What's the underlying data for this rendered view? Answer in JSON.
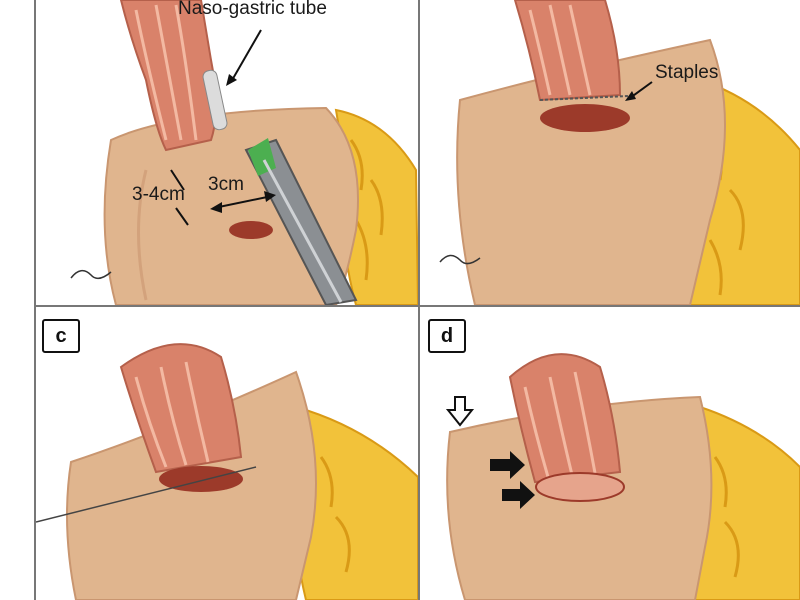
{
  "panels": [
    {
      "label": "",
      "annotations": {
        "tube": "Naso-gastric tube",
        "dist_a": "3-4cm",
        "dist_b": "3cm"
      }
    },
    {
      "label": "",
      "annotations": {
        "staples": "Staples"
      }
    },
    {
      "label": "c",
      "annotations": {}
    },
    {
      "label": "d",
      "annotations": {}
    }
  ],
  "colors": {
    "stomach": "#e0b58e",
    "stomach_shade": "#c99670",
    "esophagus": "#d9826a",
    "esophagus_stripe": "#f3b9a2",
    "mucosa": "#9c3a2a",
    "fat": "#f2c23a",
    "fat_dark": "#d99a16",
    "stapler_body": "#8b8f93",
    "stapler_tip": "#4caf50",
    "arrow": "#111111"
  }
}
